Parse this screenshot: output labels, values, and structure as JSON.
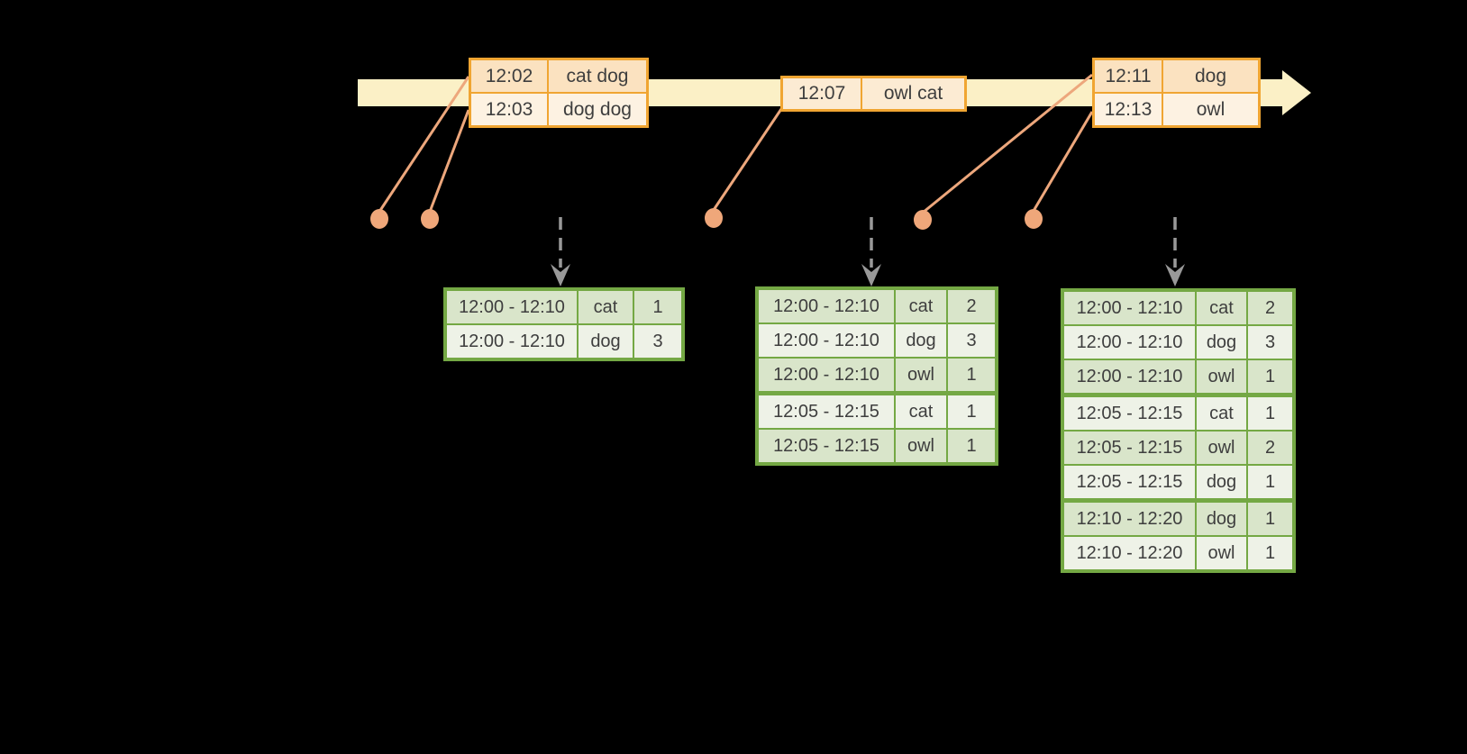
{
  "diagram": {
    "event_tables": [
      {
        "rows": [
          {
            "time": "12:02",
            "words": "cat dog"
          },
          {
            "time": "12:03",
            "words": "dog dog"
          }
        ]
      },
      {
        "rows": [
          {
            "time": "12:07",
            "words": "owl cat"
          }
        ]
      },
      {
        "rows": [
          {
            "time": "12:11",
            "words": "dog"
          },
          {
            "time": "12:13",
            "words": "owl"
          }
        ]
      }
    ],
    "result_tables": [
      {
        "rows": [
          {
            "window": "12:00 - 12:10",
            "word": "cat",
            "count": 1
          },
          {
            "window": "12:00 - 12:10",
            "word": "dog",
            "count": 3
          }
        ]
      },
      {
        "rows": [
          {
            "window": "12:00 - 12:10",
            "word": "cat",
            "count": 2
          },
          {
            "window": "12:00 - 12:10",
            "word": "dog",
            "count": 3
          },
          {
            "window": "12:00 - 12:10",
            "word": "owl",
            "count": 1
          },
          {
            "window": "12:05 - 12:15",
            "word": "cat",
            "count": 1,
            "_class": "group-start"
          },
          {
            "window": "12:05 - 12:15",
            "word": "owl",
            "count": 1
          }
        ]
      },
      {
        "rows": [
          {
            "window": "12:00 - 12:10",
            "word": "cat",
            "count": 2
          },
          {
            "window": "12:00 - 12:10",
            "word": "dog",
            "count": 3
          },
          {
            "window": "12:00 - 12:10",
            "word": "owl",
            "count": 1
          },
          {
            "window": "12:05 - 12:15",
            "word": "cat",
            "count": 1,
            "_class": "group-start"
          },
          {
            "window": "12:05 - 12:15",
            "word": "owl",
            "count": 2
          },
          {
            "window": "12:05 - 12:15",
            "word": "dog",
            "count": 1
          },
          {
            "window": "12:10 - 12:20",
            "word": "dog",
            "count": 1,
            "_class": "group-start"
          },
          {
            "window": "12:10 - 12:20",
            "word": "owl",
            "count": 1
          }
        ]
      }
    ],
    "icons": {
      "timeline_arrowhead": "right-arrowhead",
      "trigger_arrow": "dashed-down-arrow",
      "event_marker": "dot"
    },
    "palette": {
      "background": "#000000",
      "timeline_band": "#FBF0C6",
      "event_table_border": "#F0A532",
      "event_row_dark": "#FBE2C0",
      "event_row_light": "#FDF2E2",
      "event_single_row": "#FCEBD3",
      "connector": "#EDA77C",
      "trigger_arrow": "#999999",
      "result_table_border": "#74A844",
      "result_row_dark": "#D9E5CA",
      "result_row_light": "#EEF2E7",
      "text": "#3E3E3E"
    }
  }
}
